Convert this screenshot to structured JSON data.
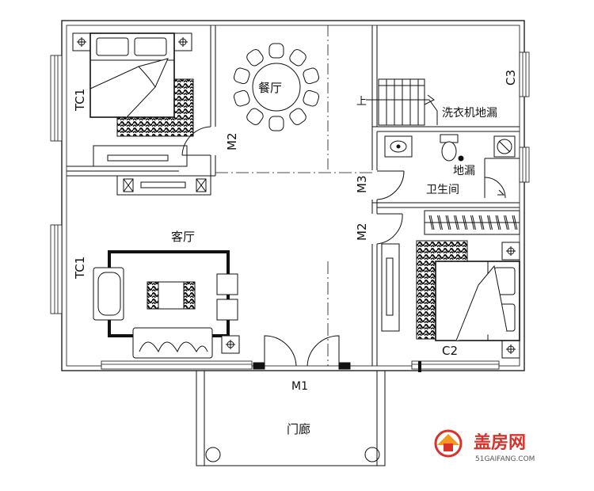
{
  "plan": {
    "rooms": {
      "dining": "餐厅",
      "living": "客厅",
      "bathroom": "卫生间",
      "porch": "门廊"
    },
    "notes": {
      "stairs_up": "上",
      "washer_drain": "洗衣机地漏",
      "floor_drain": "地漏"
    },
    "windows": {
      "tc1_top": "TC1",
      "tc1_bottom": "TC1",
      "c3": "C3",
      "c2": "C2"
    },
    "doors": {
      "m2_top": "M2",
      "m3": "M3",
      "m2_right": "M2",
      "m1": "M1"
    }
  },
  "logo": {
    "name": "盖房网",
    "url": "51GAIFANG.COM",
    "colors": {
      "red": "#d9322b",
      "orange": "#f39a1e"
    }
  }
}
